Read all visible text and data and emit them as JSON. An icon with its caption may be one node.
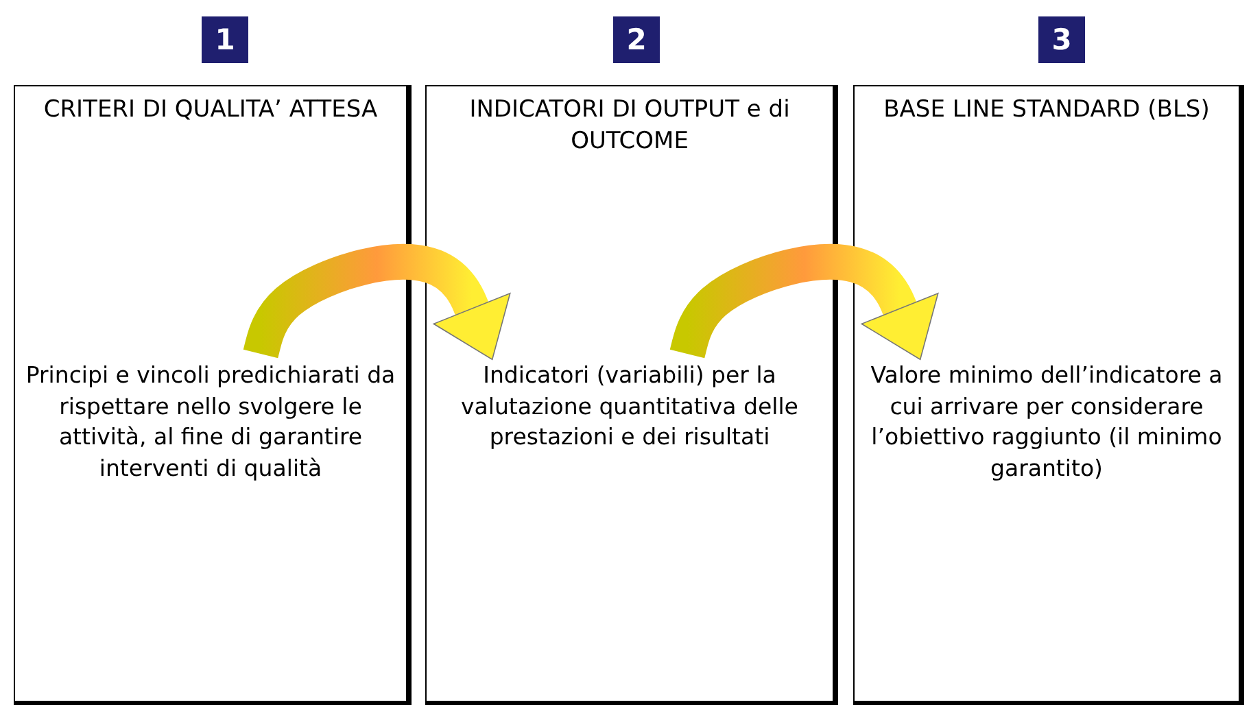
{
  "diagram": {
    "nodes": [
      {
        "text": [
          "CRITERI DI QUALITA’ ATTESA",
          "Principi e vincoli predichiarati da rispettare nello svolgere le attività, al fine di garantire interventi di qualità"
        ]
      },
      {
        "text": [
          "INDICATORI DI OUTPUT e di OUTCOME",
          "Indicatori (variabili) per la valutazione quantitativa delle prestazioni e dei risultati"
        ]
      },
      {
        "text": [
          "BASE LINE STANDARD (BLS)",
          "Valore minimo dell’indicatore a cui arrivare per considerare l’obiettivo raggiunto (il minimo garantito)"
        ]
      },
      {
        "text": [
          "1"
        ]
      },
      {
        "text": [
          "2"
        ]
      },
      {
        "text": [
          "3"
        ]
      }
    ],
    "edges": [
      {
        "from": 0,
        "to": 1,
        "arrow": "to"
      },
      {
        "from": 1,
        "to": 2,
        "arrow": "to"
      }
    ]
  }
}
